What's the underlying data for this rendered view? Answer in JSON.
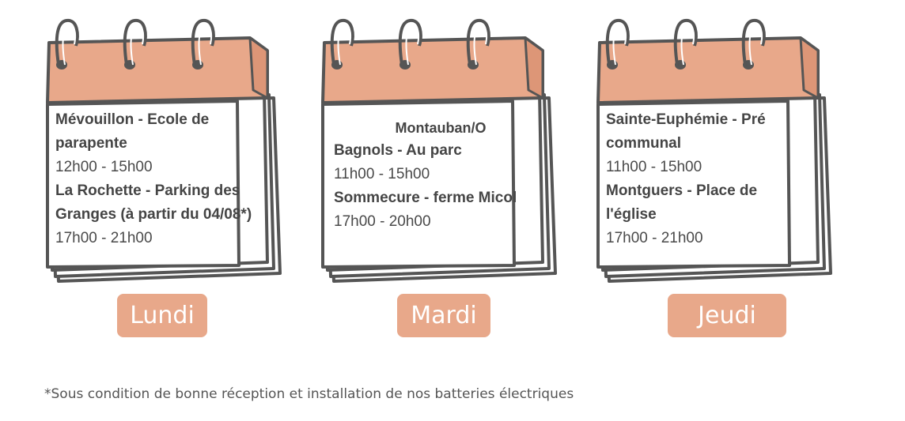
{
  "calendars": [
    {
      "day": "Lundi",
      "entries": [
        {
          "place": "Mévouillon - Ecole de parapente",
          "hours": "12h00 - 15h00"
        },
        {
          "place": "La Rochette - Parking des Granges (à partir du 04/08*)",
          "hours": "17h00 - 21h00"
        }
      ]
    },
    {
      "day": "Mardi",
      "heading": "Montauban/O",
      "entries": [
        {
          "place": "Bagnols - Au parc",
          "hours": "11h00 - 15h00"
        },
        {
          "place": "Sommecure - ferme Micol",
          "hours": "17h00 - 20h00"
        }
      ]
    },
    {
      "day": "Jeudi",
      "entries": [
        {
          "place": "Sainte-Euphémie - Pré communal",
          "hours": "11h00 - 15h00"
        },
        {
          "place": "Montguers - Place de l'église",
          "hours": "17h00 - 21h00"
        }
      ]
    }
  ],
  "footnote": "*Sous condition de bonne réception et installation de nos batteries électriques",
  "colors": {
    "calendar_header": "#e8a88a",
    "day_badge": "#e8a88a",
    "outline": "#555555"
  }
}
